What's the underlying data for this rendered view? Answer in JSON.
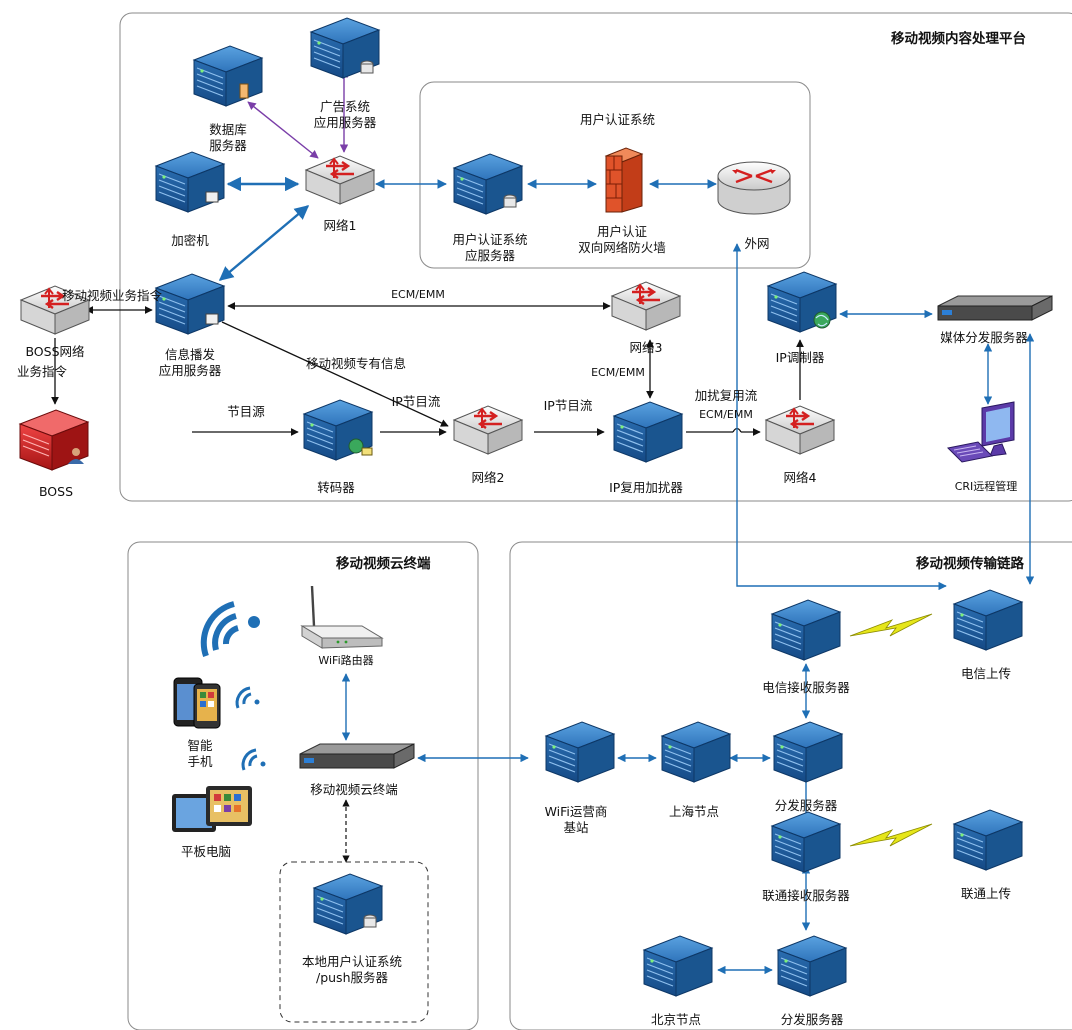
{
  "sections": {
    "platform": "移动视频内容处理平台",
    "auth": "用户认证系统",
    "cloud": "移动视频云终端",
    "transmission": "移动视频传输链路"
  },
  "nodes": {
    "db_server": [
      "数据库",
      "服务器"
    ],
    "ad_server": [
      "广告系统",
      "应用服务器"
    ],
    "encryptor": "加密机",
    "net1": "网络1",
    "auth_app_server": [
      "用户认证系统",
      "应服务器"
    ],
    "firewall": [
      "用户认证",
      "双向网络防火墙"
    ],
    "external_net": "外网",
    "boss_net": "BOSS网络",
    "boss": "BOSS",
    "info_server": [
      "信息播发",
      "应用服务器"
    ],
    "net3": "网络3",
    "ip_modulator": "IP调制器",
    "media_dist_server": "媒体分发服务器",
    "cri": "CRI远程管理",
    "transcoder": "转码器",
    "net2": "网络2",
    "ip_scrambler": "IP复用加扰器",
    "net4": "网络4",
    "wifi_router": "WiFi路由器",
    "smartphone": [
      "智能",
      "手机"
    ],
    "tablet": "平板电脑",
    "cloud_terminal": "移动视频云终端",
    "local_auth": [
      "本地用户认证系统",
      "/push服务器"
    ],
    "telecom_upload": "电信上传",
    "telecom_recv": "电信接收服务器",
    "dist_server1": "分发服务器",
    "unicom_recv": "联通接收服务器",
    "unicom_upload": "联通上传",
    "wifi_station": [
      "WiFi运营商",
      "基站"
    ],
    "shanghai": "上海节点",
    "beijing": "北京节点",
    "dist_server2": "分发服务器"
  },
  "edge_labels": {
    "cmd": "移动视频业务指令",
    "biz_cmd": "业务指令",
    "ecm_emm": "ECM/EMM",
    "private_info": "移动视频专有信息",
    "program_source": "节目源",
    "ip_stream1": "IP节目流",
    "ip_stream2": "IP节目流",
    "ecm_emm2": "ECM/EMM",
    "mux_stream": "加扰复用流",
    "ecm_emm3": "ECM/EMM"
  },
  "colors": {
    "link": "#1f6fb5",
    "db_link": "#7a3ea8",
    "server_top": "#3e86cc",
    "server_front": "#1d5c9e",
    "boss": "#d92222",
    "firewall": "#e0532a"
  }
}
